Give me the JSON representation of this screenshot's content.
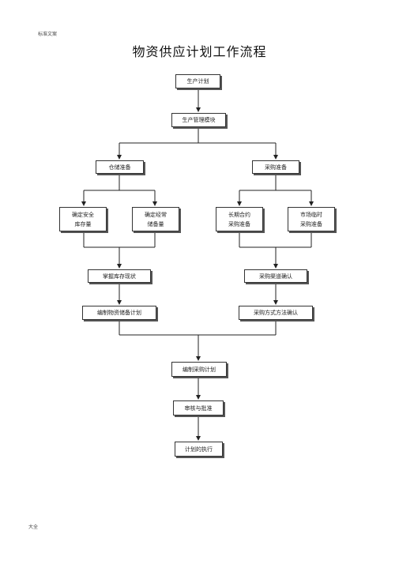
{
  "header": {
    "label": "标准文案"
  },
  "footer": {
    "label": "大全"
  },
  "title": "物资供应计划工作流程",
  "nodes": {
    "production_plan": "生产计划",
    "production_management": "生产管理模块",
    "warehouse_prep": "仓储准备",
    "purchase_prep": "采购准备",
    "safety_stock": "确定安全\n库存量",
    "regular_stock": "确定经常\n储备量",
    "longterm_contract": "长期合约\n采购准备",
    "market_temp": "市场临时\n采购准备",
    "inventory_status": "掌握库存现状",
    "channel_confirm": "采购渠道确认",
    "storage_plan": "编制物资储备计划",
    "method_confirm": "采购方式方法确认",
    "purchase_plan": "编制采购计划",
    "review_approve": "审核与批准",
    "plan_execution": "计划的执行"
  }
}
